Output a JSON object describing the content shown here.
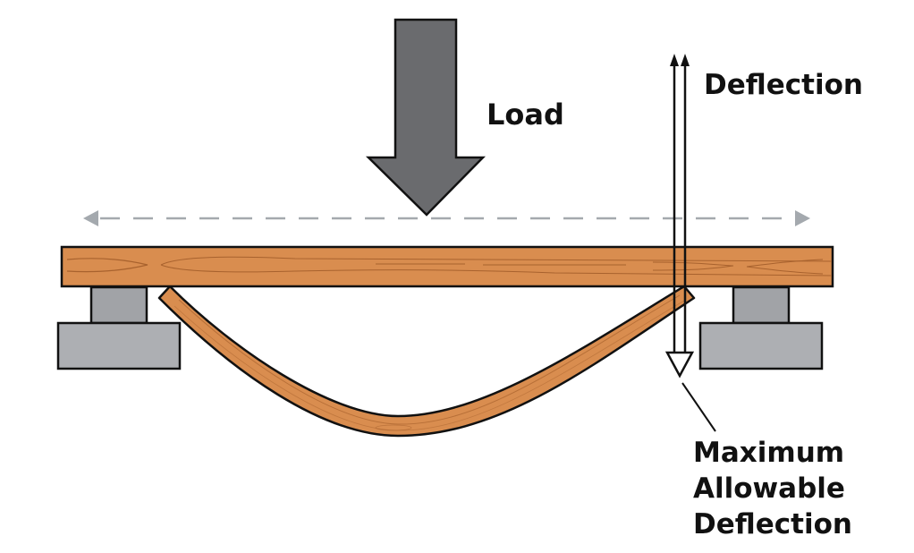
{
  "diagram": {
    "title": "Beam deflection under load",
    "labels": {
      "load": "Load",
      "deflection": "Deflection",
      "max_deflection_line1": "Maximum",
      "max_deflection_line2": "Allowable",
      "max_deflection_line3": "Deflection"
    },
    "colors": {
      "wood": "#d98d4f",
      "wood_grain": "#a8622e",
      "support": "#a9abaf",
      "support_block": "#8f9195",
      "load_arrow": "#6a6b6e",
      "dashed_line": "#a4a9ae",
      "outline": "#111111"
    }
  }
}
